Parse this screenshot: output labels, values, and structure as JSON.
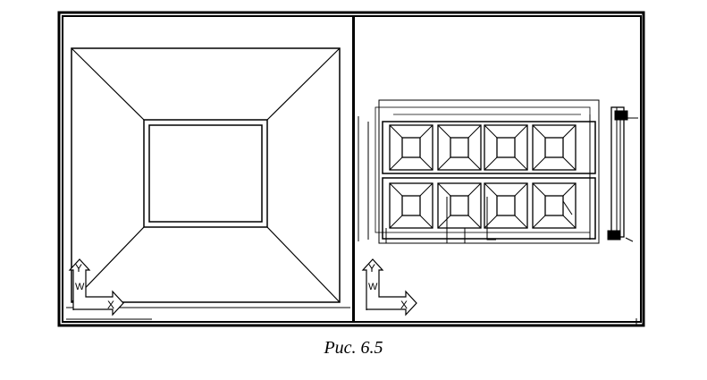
{
  "caption": "Рис. 6.5",
  "viewports": {
    "left": {
      "ucs_axes": {
        "y_label": "Y",
        "w_label": "W",
        "x_label": "X"
      }
    },
    "right": {
      "ucs_axes": {
        "y_label": "Y",
        "w_label": "W",
        "x_label": "X"
      }
    }
  },
  "icons": [
    "ucs-icon",
    "viewport-frame"
  ],
  "colors": {
    "line": "#000000",
    "background": "#ffffff"
  }
}
